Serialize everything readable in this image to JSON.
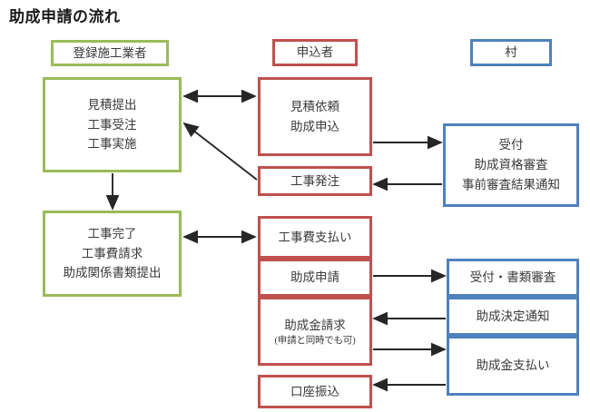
{
  "title": "助成申請の流れ",
  "colors": {
    "green": "#9BBB59",
    "red": "#C0504D",
    "blue": "#4F81BD",
    "text": "#3a3a3a",
    "arrow": "#262626",
    "background": "#ffffff"
  },
  "columns": {
    "contractor": {
      "header": "登録施工業者",
      "color": "#9BBB59"
    },
    "applicant": {
      "header": "申込者",
      "color": "#C0504D"
    },
    "village": {
      "header": "村",
      "color": "#4F81BD"
    }
  },
  "boxes": {
    "contractor_upper": {
      "lines": [
        "見積提出",
        "工事受注",
        "工事実施"
      ]
    },
    "contractor_lower": {
      "lines": [
        "工事完了",
        "工事費請求",
        "助成関係書類提出"
      ]
    },
    "applicant_quote": {
      "lines": [
        "見積依頼",
        "助成申込"
      ]
    },
    "applicant_order": {
      "lines": [
        "工事発注"
      ]
    },
    "applicant_payment": {
      "lines": [
        "工事費支払い"
      ]
    },
    "applicant_subsidy_app": {
      "lines": [
        "助成申請"
      ]
    },
    "applicant_subsidy_claim": {
      "lines": [
        "助成金請求"
      ],
      "note": "(申請と同時でも可)"
    },
    "applicant_transfer": {
      "lines": [
        "口座振込"
      ]
    },
    "village_reception": {
      "lines": [
        "受付",
        "助成資格審査",
        "事前審査結果通知"
      ]
    },
    "village_doc_review": {
      "lines": [
        "受付・書類審査"
      ]
    },
    "village_decision": {
      "lines": [
        "助成決定通知"
      ]
    },
    "village_payment": {
      "lines": [
        "助成金支払い"
      ]
    }
  },
  "arrows": [
    {
      "name": "contractor-applicant-quote",
      "direction": "both"
    },
    {
      "name": "applicant-order-to-contractor",
      "direction": "diagonal-left-up"
    },
    {
      "name": "contractor-upper-to-lower",
      "direction": "down"
    },
    {
      "name": "applicant-quote-to-village-reception",
      "direction": "right"
    },
    {
      "name": "village-reception-to-applicant-order",
      "direction": "left"
    },
    {
      "name": "contractor-lower-applicant-payment",
      "direction": "both"
    },
    {
      "name": "applicant-subsidy-app-to-village-review",
      "direction": "right"
    },
    {
      "name": "village-decision-to-applicant-claim",
      "direction": "left"
    },
    {
      "name": "applicant-claim-to-village-payment",
      "direction": "right"
    },
    {
      "name": "village-payment-to-applicant-transfer",
      "direction": "left"
    }
  ]
}
